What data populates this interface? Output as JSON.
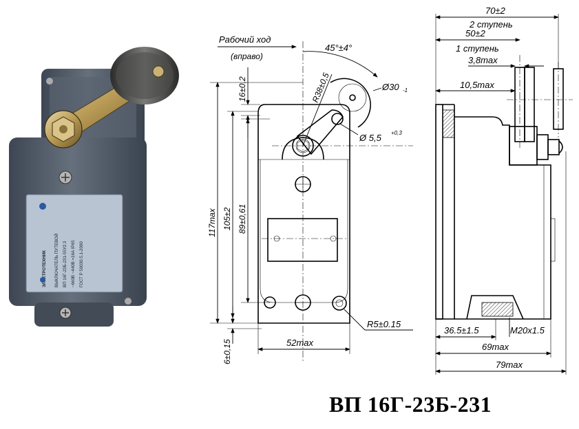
{
  "title": "ВП 16Г-23Б-231",
  "photo": {
    "brand": "ЭЛЕКТРОТЕХНИК",
    "plate_lines": [
      "ВЫКЛЮЧАТЕЛЬ ПУТЕВОЙ",
      "ВП 16Г-23Б-231-55У2.3",
      "~660В  ~440В  =16А  IP65",
      "ГОСТ Р 50030.5.1-2000"
    ]
  },
  "front_view": {
    "travel_label": "Рабочий ход",
    "travel_sub": "(вправо)",
    "angle": "45°±4°",
    "radius_arm": "R38±0,5",
    "roller_dia": "Ø30",
    "roller_dia_tol": "-1",
    "hole_dia": "Ø 5,5",
    "hole_dia_tol": "+0,3",
    "dim_16": "16±0,2",
    "dim_117": "117max",
    "dim_105": "105±2",
    "dim_89": "89±0,61",
    "dim_6": "6±0,15",
    "dim_52": "52max",
    "corner_radius": "R5±0.15"
  },
  "side_view": {
    "dim_70": "70±2",
    "stage_2": "2 ступень",
    "dim_50": "50±2",
    "stage_1": "1 ступень",
    "dim_3_8": "3,8max",
    "dim_10_5": "10,5max",
    "dim_36_5": "36.5±1.5",
    "thread": "M20x1.5",
    "dim_69": "69max",
    "dim_79": "79max"
  }
}
